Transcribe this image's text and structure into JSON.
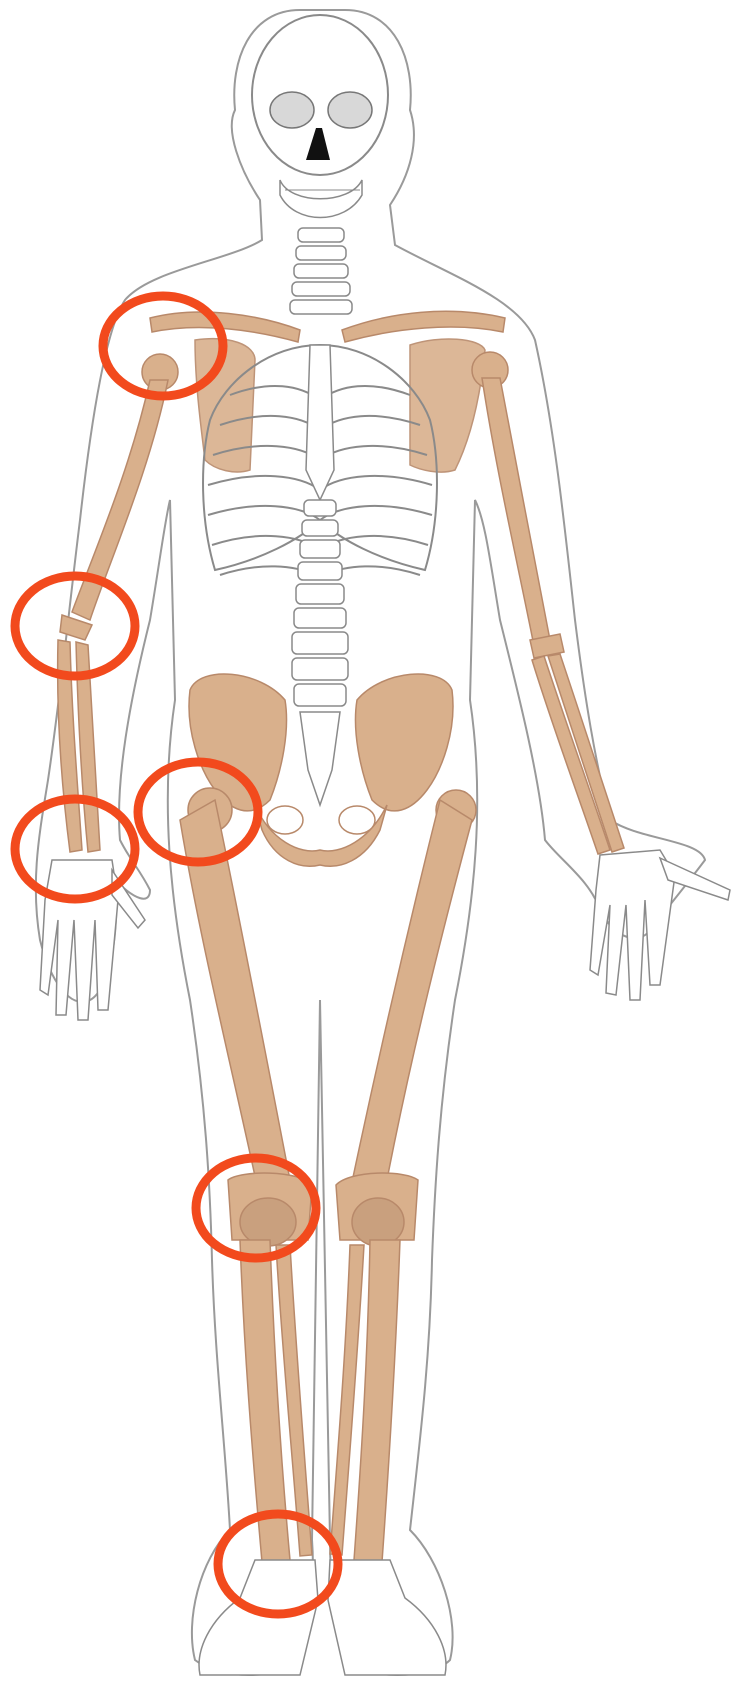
{
  "colors": {
    "background": "#ffffff",
    "bone": "#d9b08c",
    "bone_shade": "#c4967a",
    "bone_outline": "#b8896a",
    "skeleton_white": "#ffffff",
    "skeleton_outline": "#8a8a8a",
    "body_outline": "#9a9a9a",
    "highlight_ring": "#f24a1d"
  },
  "icons": {
    "figure": "human-skeleton-front-view",
    "marker": "joint-ring-marker"
  },
  "highlighted_joints": [
    "right-shoulder",
    "right-elbow",
    "right-wrist",
    "right-hip",
    "right-knee",
    "right-ankle"
  ]
}
